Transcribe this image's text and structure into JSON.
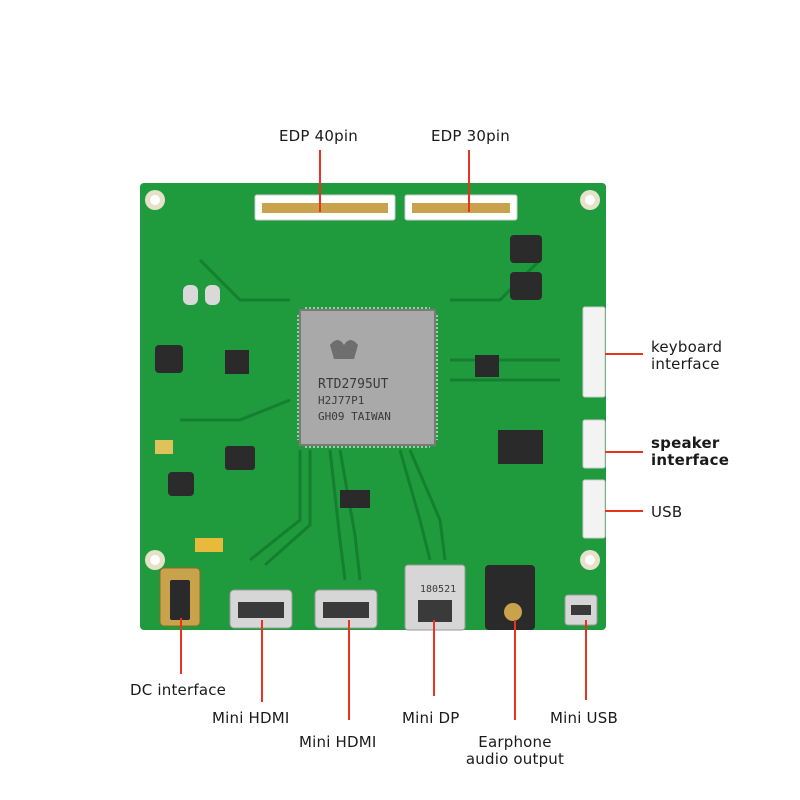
{
  "labels": {
    "edp40": "EDP 40pin",
    "edp30": "EDP 30pin",
    "keyboard_line1": "keyboard",
    "keyboard_line2": "interface",
    "speaker_line1": "speaker",
    "speaker_line2": "interface",
    "usb": "USB",
    "dc": "DC interface",
    "hdmi1": "Mini HDMI",
    "hdmi2": "Mini HDMI",
    "minidp": "Mini DP",
    "earphone_line1": "Earphone",
    "earphone_line2": "audio output",
    "miniusb": "Mini USB"
  },
  "chip": {
    "line1": "RTD2795UT",
    "line2": "H2J77P1",
    "line3": "GH09 TAIWAN"
  },
  "dp_marking": "180521",
  "colors": {
    "pcb": "#1f9a3c",
    "pcb_dark": "#127a2c",
    "leader": "#e8331f",
    "chip": "#a9a9a9"
  }
}
